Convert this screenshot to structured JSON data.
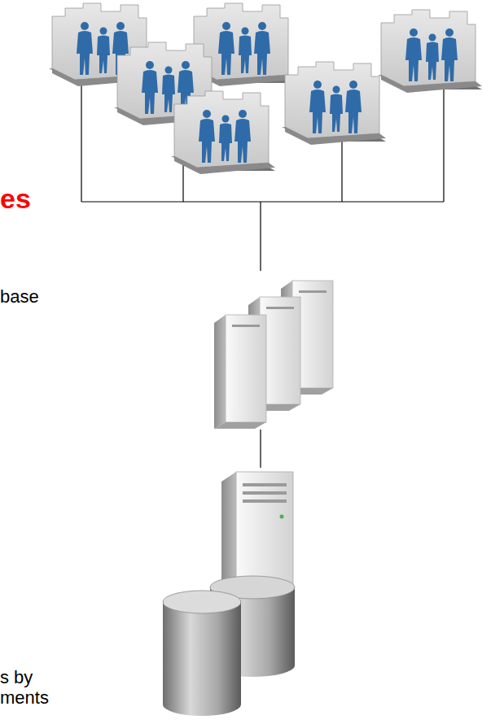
{
  "diagram": {
    "labels": [
      "es",
      "base",
      "s by",
      "ments"
    ]
  }
}
